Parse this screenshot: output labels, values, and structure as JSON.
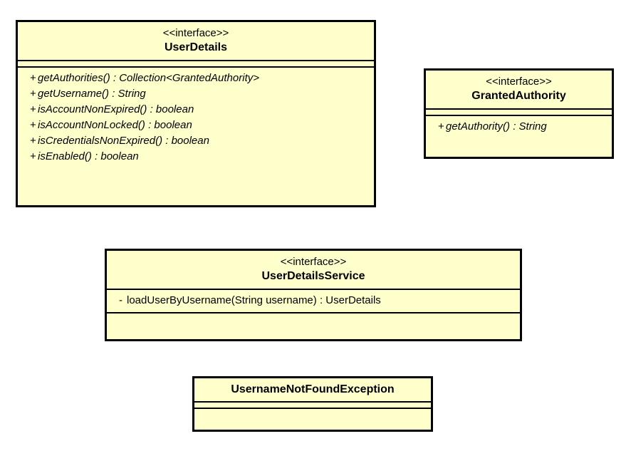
{
  "diagram": {
    "kind": "uml-class-diagram",
    "background_color": "#ffffff",
    "class_fill_color": "#ffffcc",
    "class_border_color": "#000000",
    "classes": [
      {
        "id": "userdetails",
        "stereotype": "<<interface>>",
        "name": "UserDetails",
        "members": [
          {
            "visibility": "+",
            "signature": "getAuthorities() : Collection<GrantedAuthority>",
            "italic": true
          },
          {
            "visibility": "+",
            "signature": "getUsername() : String",
            "italic": true
          },
          {
            "visibility": "+",
            "signature": "isAccountNonExpired() : boolean",
            "italic": true
          },
          {
            "visibility": "+",
            "signature": "isAccountNonLocked() : boolean",
            "italic": true
          },
          {
            "visibility": "+",
            "signature": "isCredentialsNonExpired() : boolean",
            "italic": true
          },
          {
            "visibility": "+",
            "signature": "isEnabled() : boolean",
            "italic": true
          }
        ]
      },
      {
        "id": "grantedauthority",
        "stereotype": "<<interface>>",
        "name": "GrantedAuthority",
        "members": [
          {
            "visibility": "+",
            "signature": "getAuthority() : String",
            "italic": true
          }
        ]
      },
      {
        "id": "userdetailsservice",
        "stereotype": "<<interface>>",
        "name": "UserDetailsService",
        "members": [
          {
            "visibility": "-",
            "signature": "loadUserByUsername(String username) : UserDetails",
            "italic": false
          }
        ]
      },
      {
        "id": "usernamenotfoundexception",
        "stereotype": "",
        "name": "UsernameNotFoundException",
        "members": []
      }
    ]
  }
}
